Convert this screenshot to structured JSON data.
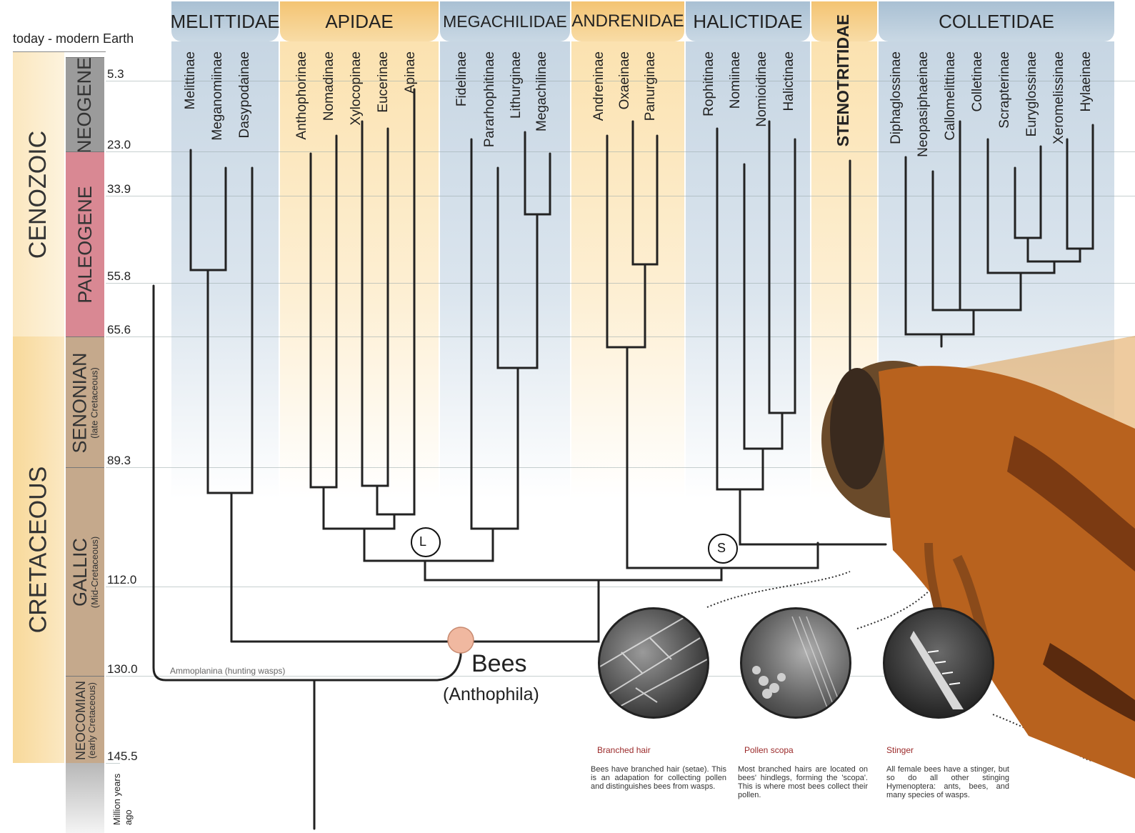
{
  "top_label": "today - modern Earth",
  "families": [
    {
      "name": "MELITTIDAE",
      "tone": "blue"
    },
    {
      "name": "APIDAE",
      "tone": "yel"
    },
    {
      "name": "MEGACHILIDAE",
      "tone": "blue"
    },
    {
      "name": "ANDRENIDAE",
      "tone": "yel"
    },
    {
      "name": "HALICTIDAE",
      "tone": "blue"
    },
    {
      "name": "STENOTRITIDAE",
      "tone": "yel"
    },
    {
      "name": "COLLETIDAE",
      "tone": "blue"
    }
  ],
  "subfamilies": [
    "Melittinae",
    "Meganomiinae",
    "Dasypodainae",
    "Anthophorinae",
    "Nomadinae",
    "Xylocopinae",
    "Eucerinae",
    "Apinae",
    "Fidelinae",
    "Pararhophitinae",
    "Lithurginae",
    "Megachilinae",
    "Andreninae",
    "Oxaeinae",
    "Panurginae",
    "Rophitinae",
    "Nomiinae",
    "Nomioidinae",
    "Halictinae",
    "Diphaglossinae",
    "Neopasiphaeinae",
    "Callomelittinae",
    "Colletinae",
    "Scrapterinae",
    "Euryglossinae",
    "Xeromelissinae",
    "Hylaeinae"
  ],
  "eras": [
    {
      "name": "CENOZOIC",
      "color": "#f8e9c8"
    },
    {
      "name": "CRETACEOUS",
      "color": "#f8e0b0"
    }
  ],
  "periods": [
    {
      "main": "NEOGENE",
      "sub": "",
      "color": "#9a9a9a"
    },
    {
      "main": "PALEOGENE",
      "sub": "",
      "color": "#dc8d97"
    },
    {
      "main": "SENONIAN",
      "sub": "(late Cretaceous)",
      "color": "#c4a88c"
    },
    {
      "main": "GALLIC",
      "sub": "(Mid-Cretaceous)",
      "color": "#c4a88c"
    },
    {
      "main": "NEOCOMIAN",
      "sub": "(early Cretaceous)",
      "color": "#c4a88c"
    }
  ],
  "ticks": [
    "5.3",
    "23.0",
    "33.9",
    "55.8",
    "65.6",
    "89.3",
    "112.0",
    "130.0",
    "145.5"
  ],
  "axis_label": "Million years ago",
  "outgroup_label": "Ammoplanina (hunting wasps)",
  "node_markers": [
    "L",
    "S"
  ],
  "root_label": "Bees",
  "root_sublabel": "(Anthophila)",
  "insets": [
    {
      "title": "Branched hair",
      "body": "Bees have branched hair (setae). This is an adapation for collecting pollen and distinguishes bees from wasps."
    },
    {
      "title": "Pollen scopa",
      "body": "Most branched hairs are located on bees' hindlegs, forming the 'scopa'. This is where most bees collect their pollen."
    },
    {
      "title": "Stinger",
      "body": "All female bees have a stinger, but so do all other stinging Hymenoptera: ants, bees, and many species of wasps."
    }
  ],
  "colors": {
    "line": "#222222",
    "root_node": "#f0b8a0",
    "bee_body": "#b8621e"
  }
}
